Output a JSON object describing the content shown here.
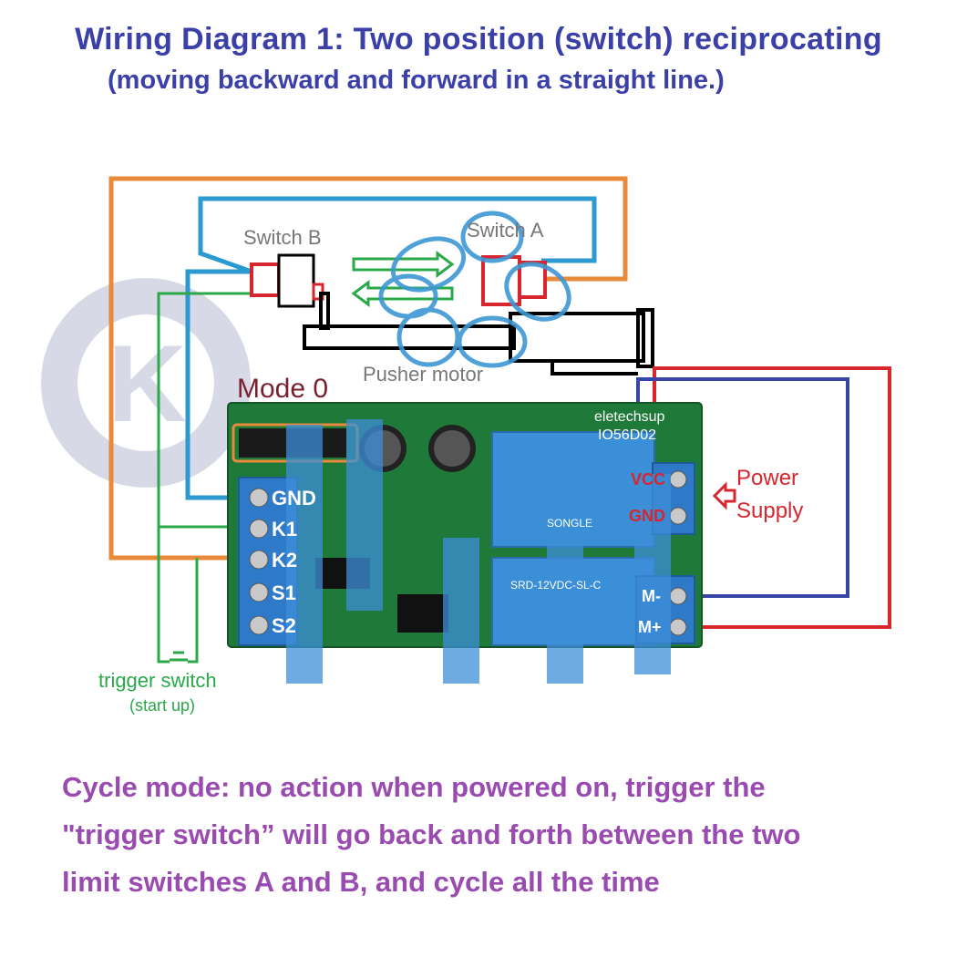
{
  "header": {
    "title": "Wiring Diagram 1: Two position (switch) reciprocating",
    "subtitle": "(moving backward and forward in a straight line.)"
  },
  "diagram": {
    "switch_b": "Switch B",
    "switch_a": "Switch A",
    "pusher_motor": "Pusher motor",
    "mode": "Mode 0",
    "brand": "eletechsup",
    "model": "IO56D02",
    "terminals_left": [
      "GND",
      "K1",
      "K2",
      "S1",
      "S2"
    ],
    "terminals_right": [
      "VCC",
      "GND",
      "M-",
      "M+"
    ],
    "power_supply_line1": "Power",
    "power_supply_line2": "Supply",
    "trigger_switch": "trigger switch",
    "start_up": "(start up)",
    "relay_brand": "SONGLE",
    "relay_model": "SRD-12VDC-SL-C"
  },
  "footer": {
    "line1": "Cycle mode: no action when powered on, trigger the",
    "line2": "\"trigger switch” will go back and forth between the two",
    "line3": "limit switches A and B, and cycle all the time"
  },
  "colors": {
    "title": "#3b3fa8",
    "footer": "#9a4bb0",
    "wire_orange": "#e88a3a",
    "wire_blue": "#2a9ad0",
    "wire_green": "#2aa84a",
    "wire_red": "#d8262e",
    "wire_navy": "#3844a6",
    "pcb": "#1f7a3a",
    "terminal": "#2f7ac8"
  }
}
